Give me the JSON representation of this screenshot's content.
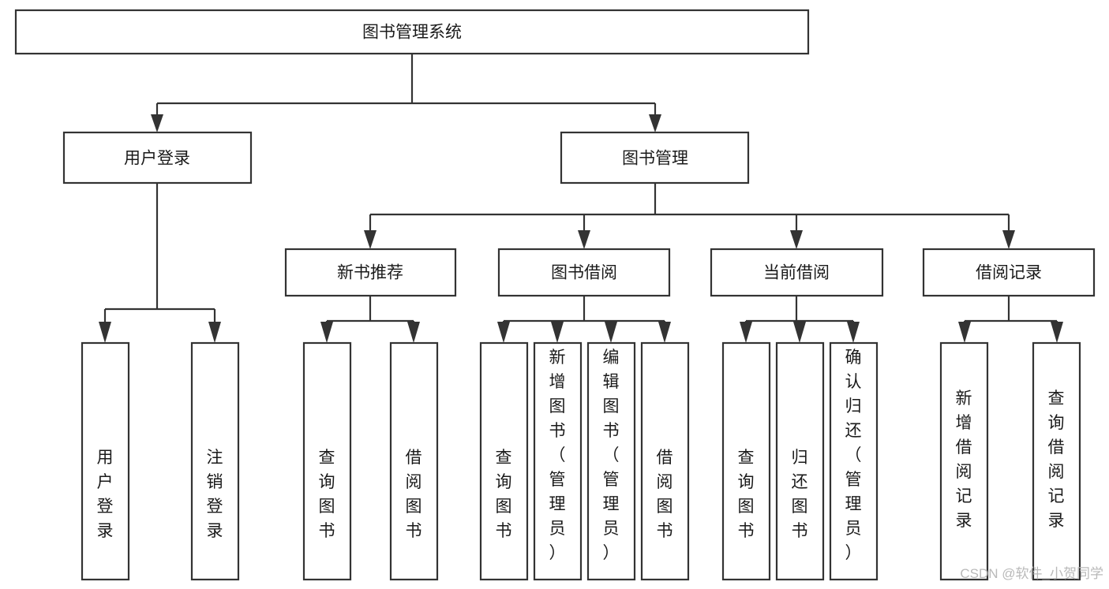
{
  "diagram": {
    "title": "图书管理系统",
    "type": "tree-hierarchy",
    "orientation": "top-down",
    "colors": {
      "box_border": "#333333",
      "box_fill": "#ffffff",
      "connector": "#333333",
      "text": "#1a1a1a",
      "background": "#ffffff",
      "watermark": "#b9b9b9"
    },
    "levels": {
      "root": "图书管理系统",
      "level2": [
        "用户登录",
        "图书管理"
      ],
      "level3": [
        "新书推荐",
        "图书借阅",
        "当前借阅",
        "借阅记录"
      ],
      "level4_groups": [
        {
          "parent": "用户登录",
          "children": [
            "用户登录",
            "注销登录"
          ]
        },
        {
          "parent": "新书推荐",
          "children": [
            "查询图书",
            "借阅图书"
          ]
        },
        {
          "parent": "图书借阅",
          "children": [
            "查询图书",
            "新增图书（管理员）",
            "编辑图书（管理员）",
            "借阅图书"
          ]
        },
        {
          "parent": "当前借阅",
          "children": [
            "查询图书",
            "归还图书",
            "确认归还（管理员）"
          ]
        },
        {
          "parent": "借阅记录",
          "children": [
            "新增借阅记录",
            "查询借阅记录"
          ]
        }
      ]
    },
    "nodes": {
      "root": {
        "label": "图书管理系统"
      },
      "user_login": {
        "label": "用户登录"
      },
      "book_mgmt": {
        "label": "图书管理"
      },
      "new_book_rec": {
        "label": "新书推荐"
      },
      "book_borrow": {
        "label": "图书借阅"
      },
      "current_borrow": {
        "label": "当前借阅"
      },
      "borrow_record": {
        "label": "借阅记录"
      },
      "leaf_user_login": {
        "label": "用户登录"
      },
      "leaf_logout": {
        "label": "注销登录"
      },
      "leaf_query_book_a": {
        "label": "查询图书"
      },
      "leaf_borrow_book_a": {
        "label": "借阅图书"
      },
      "leaf_query_book_b": {
        "label": "查询图书"
      },
      "leaf_add_book": {
        "label": "新增图书（管理员）"
      },
      "leaf_edit_book": {
        "label": "编辑图书（管理员）"
      },
      "leaf_borrow_book_b": {
        "label": "借阅图书"
      },
      "leaf_query_book_c": {
        "label": "查询图书"
      },
      "leaf_return_book": {
        "label": "归还图书"
      },
      "leaf_confirm_return": {
        "label": "确认归还（管理员）"
      },
      "leaf_add_record": {
        "label": "新增借阅记录"
      },
      "leaf_query_record": {
        "label": "查询借阅记录"
      }
    }
  },
  "watermark": {
    "text": "CSDN @软件_小贺同学"
  }
}
